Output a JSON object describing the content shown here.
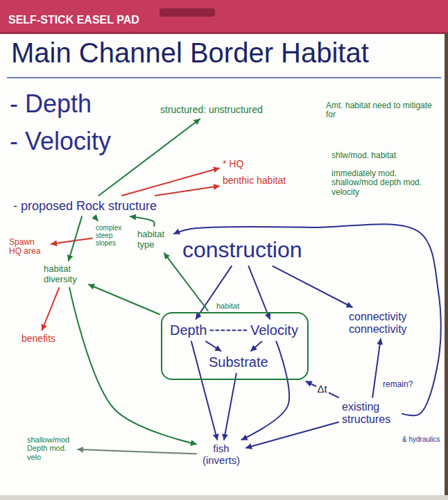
{
  "diagram": {
    "title": "Main Channel Border Habitat",
    "nodes": [
      {
        "text": [
          "structured: unstructured"
        ]
      },
      {
        "text": [
          "- proposed Rock structure"
        ]
      },
      {
        "text": [
          "* HQ"
        ]
      },
      {
        "text": [
          "benthic habitat"
        ]
      },
      {
        "text": [
          "complex steep slopes"
        ]
      },
      {
        "text": [
          "Spawn HQ area"
        ]
      },
      {
        "text": [
          "habitat type"
        ]
      },
      {
        "text": [
          "habitat diversity"
        ]
      },
      {
        "text": [
          "benefits"
        ]
      },
      {
        "text": [
          "construction"
        ]
      },
      {
        "text": [
          "habitat"
        ]
      },
      {
        "text": [
          "Depth"
        ],
        "in": 10
      },
      {
        "text": [
          "Velocity"
        ],
        "in": 10
      },
      {
        "text": [
          "Substrate"
        ],
        "in": 10
      },
      {
        "text": [
          "connectivity connectivity"
        ]
      },
      {
        "text": [
          "existing structures"
        ]
      },
      {
        "text": [
          "fish (inverts)"
        ]
      },
      {
        "text": [
          "shallow/mod Depth mod. velo"
        ]
      }
    ],
    "edges": [
      {
        "from": 1,
        "to": 0,
        "arrow": "to"
      },
      {
        "from": 1,
        "to": 2,
        "arrow": "to"
      },
      {
        "from": 1,
        "to": 3,
        "arrow": "to"
      },
      {
        "from": 1,
        "to": 4,
        "arrow": "to"
      },
      {
        "from": 4,
        "to": 5,
        "arrow": "to"
      },
      {
        "from": 6,
        "to": 1,
        "arrow": "to"
      },
      {
        "from": 1,
        "to": 7,
        "arrow": "to"
      },
      {
        "from": 7,
        "to": 8,
        "arrow": "to"
      },
      {
        "from": 9,
        "to": 11,
        "arrow": "to"
      },
      {
        "from": 9,
        "to": 12,
        "arrow": "to"
      },
      {
        "from": 9,
        "to": 14,
        "arrow": "to"
      },
      {
        "from": 10,
        "to": 6,
        "arrow": "to"
      },
      {
        "from": 10,
        "to": 7,
        "arrow": "to"
      },
      {
        "from": 11,
        "to": 12,
        "arrow": "none"
      },
      {
        "from": 11,
        "to": 13,
        "arrow": "to"
      },
      {
        "from": 12,
        "to": 13,
        "arrow": "to"
      },
      {
        "from": 11,
        "to": 16,
        "arrow": "to"
      },
      {
        "from": 12,
        "to": 16,
        "arrow": "to"
      },
      {
        "from": 13,
        "to": 16,
        "arrow": "to"
      },
      {
        "from": 7,
        "to": 16,
        "arrow": "to"
      },
      {
        "from": 15,
        "to": 10,
        "arrow": "to",
        "label": "Δt"
      },
      {
        "from": 15,
        "to": 16,
        "arrow": "to"
      },
      {
        "from": 15,
        "to": 6,
        "arrow": "to"
      },
      {
        "from": 16,
        "to": 17,
        "arrow": "to"
      },
      {
        "from": 15,
        "to": 14,
        "arrow": "to"
      }
    ],
    "labels": [
      "SELF-STICK EASEL PAD",
      "- Depth",
      "- Velocity",
      "Amt. habitat need to mitigate for",
      "shlw/mod. habitat",
      "immediately mod. shallow/mod depth mod. velocity",
      "remain?",
      "& hydraulics"
    ]
  }
}
